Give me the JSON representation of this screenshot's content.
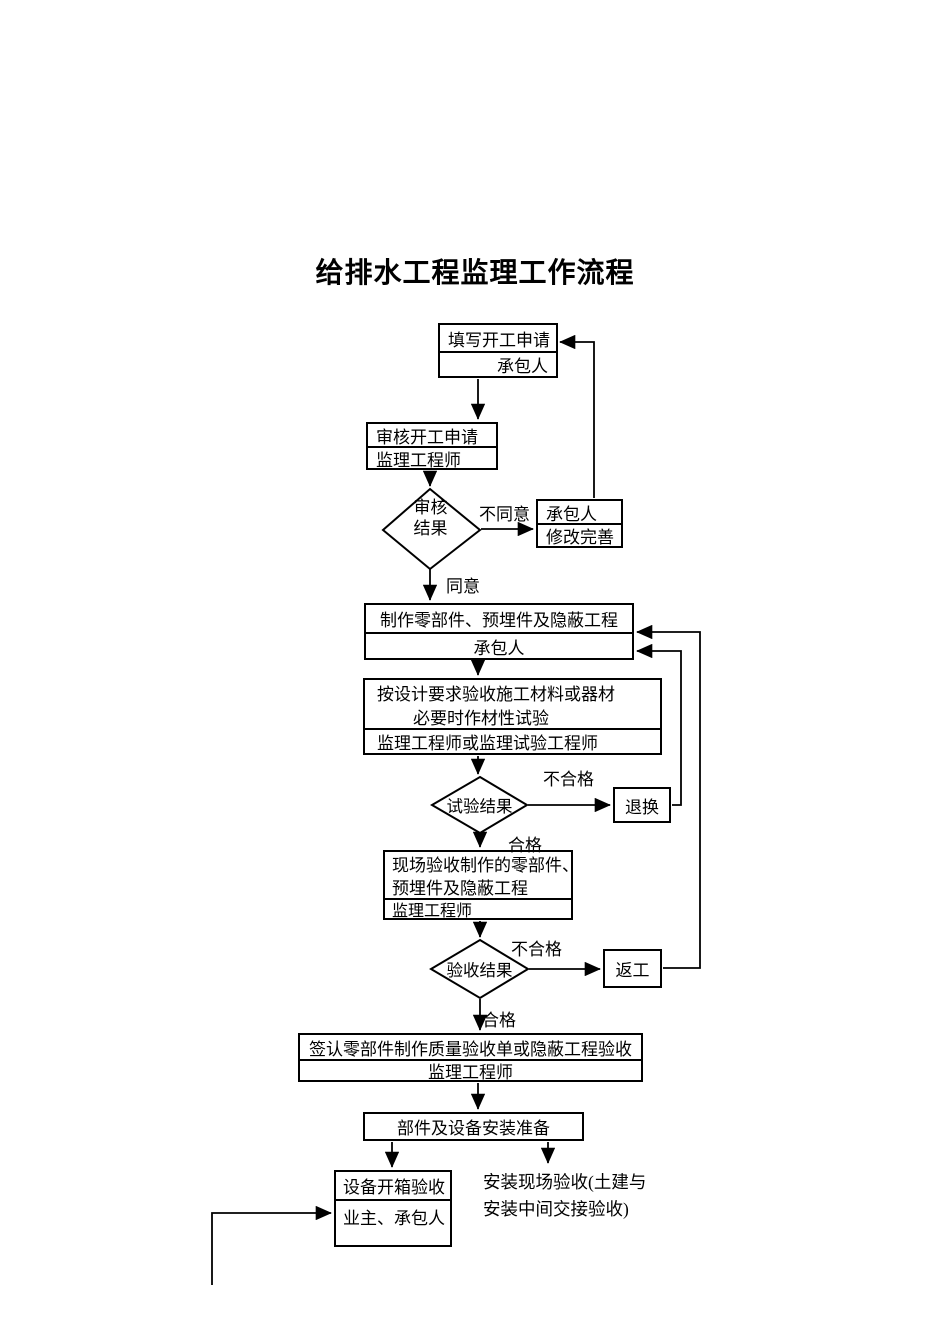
{
  "title": "给排水工程监理工作流程",
  "nodes": {
    "fill_application": {
      "task": "填写开工申请",
      "actor": "承包人"
    },
    "review_application": {
      "task": "审核开工申请",
      "actor": "监理工程师"
    },
    "review_result": {
      "line1": "审核",
      "line2": "结果"
    },
    "contractor_revise": {
      "line1": "承包人",
      "line2": "修改完善"
    },
    "fabricate": {
      "task": "制作零部件、预埋件及隐蔽工程",
      "actor": "承包人"
    },
    "material_acceptance": {
      "task_line1": "按设计要求验收施工材料或器材",
      "task_line2": "必要时作材性试验",
      "actor": "监理工程师或监理试验工程师"
    },
    "test_result": {
      "label": "试验结果"
    },
    "return_exchange": {
      "label": "退换"
    },
    "site_acceptance": {
      "task_line1": "现场验收制作的零部件、",
      "task_line2": "预埋件及隐蔽工程",
      "actor": "监理工程师"
    },
    "acceptance_result": {
      "label": "验收结果"
    },
    "rework": {
      "label": "返工"
    },
    "sign_acceptance": {
      "task": "签认零部件制作质量验收单或隐蔽工程验收",
      "actor": "监理工程师"
    },
    "install_prep": {
      "label": "部件及设备安装准备"
    },
    "unboxing": {
      "task": "设备开箱验收",
      "actor": "业主、承包人"
    },
    "install_site_note": {
      "line1": "安装现场验收(土建与",
      "line2": "安装中间交接验收)"
    }
  },
  "edge_labels": {
    "disagree": "不同意",
    "agree": "同意",
    "test_fail": "不合格",
    "test_pass": "合格",
    "acceptance_fail": "不合格",
    "acceptance_pass": "合格"
  },
  "colors": {
    "line": "#000000",
    "background": "#ffffff",
    "text": "#000000"
  }
}
